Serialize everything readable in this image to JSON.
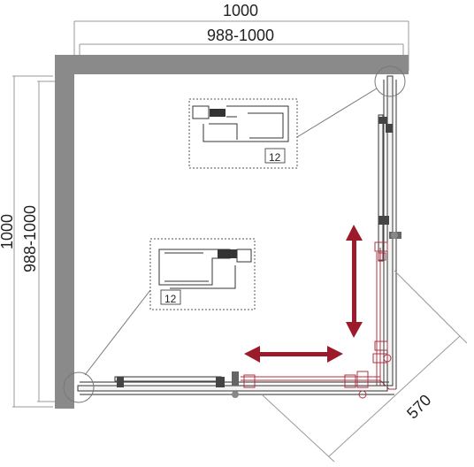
{
  "dimensions": {
    "top_outer": "1000",
    "top_inner": "988-1000",
    "left_outer": "1000",
    "left_inner": "988-1000",
    "diagonal": "570"
  },
  "details": {
    "upper_label": "12",
    "lower_label": "12"
  },
  "colors": {
    "wall": "#8a8a8a",
    "arrow": "#9b1b2a",
    "door_glass": "#b03040"
  },
  "icons": {
    "horizontal_arrow": "double-arrow-horizontal",
    "vertical_arrow": "double-arrow-vertical"
  }
}
